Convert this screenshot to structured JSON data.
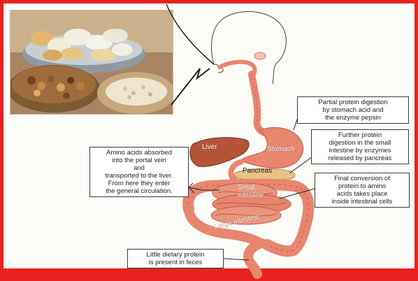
{
  "callouts": {
    "stomach": [
      "Partial protein digestion",
      "by stomach acid and",
      "the enzyme pepsin"
    ],
    "pancreas": [
      "Further protein",
      "digestion in the small",
      "intestine by enzymes",
      "released by pancreas"
    ],
    "intestinal_cells": [
      "Final conversion of",
      "protein to amino",
      "acids takes place",
      "inside intestinal cells"
    ],
    "portal_vein": [
      "Amino acids absorbed",
      "into the portal vein",
      "and",
      "transported to the liver.",
      "From here they enter",
      "the general circulation."
    ],
    "feces": [
      "Little dietary protein",
      "is present in feces"
    ]
  },
  "organ_labels": {
    "liver": "Liver",
    "stomach": "Stomach",
    "pancreas": "Pancreas",
    "small_intestine_1": "Small",
    "small_intestine_2": "intestine",
    "large_intestine": "Large intestine"
  },
  "colors": {
    "frame_red": "#e8231f",
    "organ_pink": "#e8866f",
    "organ_dark": "#c05a44",
    "liver_brown": "#b4553a"
  }
}
